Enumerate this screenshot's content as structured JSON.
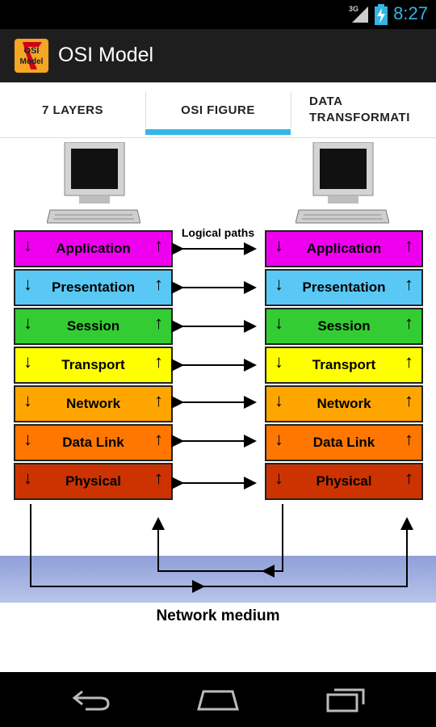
{
  "status": {
    "network": "3G",
    "time": "8:27"
  },
  "app": {
    "title": "OSI Model",
    "icon_text": "OSI Model"
  },
  "tabs": [
    {
      "label": "7 LAYERS"
    },
    {
      "label": "OSI FIGURE",
      "selected": true
    },
    {
      "label": "DATA TRANSFORMATI"
    }
  ],
  "figure": {
    "logical_paths_label": "Logical paths",
    "medium_label": "Network medium",
    "layers": [
      {
        "name": "Application",
        "color": "#ee00ee"
      },
      {
        "name": "Presentation",
        "color": "#5ac8f5"
      },
      {
        "name": "Session",
        "color": "#33cc33"
      },
      {
        "name": "Transport",
        "color": "#ffff00"
      },
      {
        "name": "Network",
        "color": "#ffa500"
      },
      {
        "name": "Data Link",
        "color": "#ff7700"
      },
      {
        "name": "Physical",
        "color": "#cc3300"
      }
    ]
  },
  "icons": {
    "down_arrow": "↓",
    "up_arrow": "↑",
    "computer": "computer-icon",
    "back": "back-icon",
    "home": "home-icon",
    "recents": "recents-icon"
  }
}
